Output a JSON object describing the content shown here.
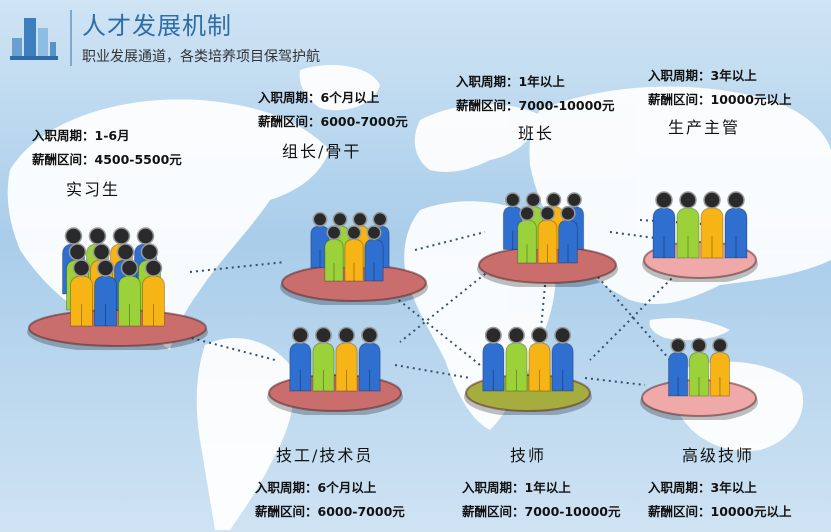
{
  "header": {
    "title": "人才发展机制",
    "subtitle": "职业发展通道，各类培养项目保驾护航",
    "icon": "building-icon"
  },
  "colors": {
    "blue": "#2f6fd0",
    "green": "#9bd23a",
    "yellow": "#f7b416",
    "disc_red": "#c96d6d",
    "disc_pink": "#f0a9a9",
    "disc_olive": "#a6ad3f"
  },
  "stages": [
    {
      "id": "intern",
      "role": "实习生",
      "period": "入职周期：1-6月",
      "salary": "薪酬区间：4500-5500元"
    },
    {
      "id": "leader",
      "role": "组长/骨干",
      "period": "入职周期：6个月以上",
      "salary": "薪酬区间：6000-7000元"
    },
    {
      "id": "squad",
      "role": "班长",
      "period": "入职周期：1年以上",
      "salary": "薪酬区间：7000-10000元"
    },
    {
      "id": "manager",
      "role": "生产主管",
      "period": "入职周期：3年以上",
      "salary": "薪酬区间：10000元以上"
    },
    {
      "id": "tech",
      "role": "技工/技术员",
      "period": "入职周期：6个月以上",
      "salary": "薪酬区间：6000-7000元"
    },
    {
      "id": "tech-master",
      "role": "技师",
      "period": "入职周期：1年以上",
      "salary": "薪酬区间：7000-10000元"
    },
    {
      "id": "senior-tech",
      "role": "高级技师",
      "period": "入职周期：3年以上",
      "salary": "薪酬区间：10000元以上"
    }
  ]
}
